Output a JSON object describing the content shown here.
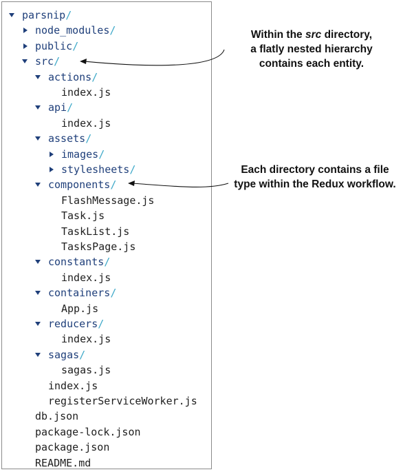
{
  "tree": [
    {
      "name": "parsnip",
      "type": "dir",
      "expanded": true,
      "depth": 0
    },
    {
      "name": "node_modules",
      "type": "dir",
      "expanded": false,
      "depth": 1
    },
    {
      "name": "public",
      "type": "dir",
      "expanded": false,
      "depth": 1
    },
    {
      "name": "src",
      "type": "dir",
      "expanded": true,
      "depth": 1
    },
    {
      "name": "actions",
      "type": "dir",
      "expanded": true,
      "depth": 2
    },
    {
      "name": "index.js",
      "type": "file",
      "depth": 3
    },
    {
      "name": "api",
      "type": "dir",
      "expanded": true,
      "depth": 2
    },
    {
      "name": "index.js",
      "type": "file",
      "depth": 3
    },
    {
      "name": "assets",
      "type": "dir",
      "expanded": true,
      "depth": 2
    },
    {
      "name": "images",
      "type": "dir",
      "expanded": false,
      "depth": 3
    },
    {
      "name": "stylesheets",
      "type": "dir",
      "expanded": false,
      "depth": 3
    },
    {
      "name": "components",
      "type": "dir",
      "expanded": true,
      "depth": 2
    },
    {
      "name": "FlashMessage.js",
      "type": "file",
      "depth": 3
    },
    {
      "name": "Task.js",
      "type": "file",
      "depth": 3
    },
    {
      "name": "TaskList.js",
      "type": "file",
      "depth": 3
    },
    {
      "name": "TasksPage.js",
      "type": "file",
      "depth": 3
    },
    {
      "name": "constants",
      "type": "dir",
      "expanded": true,
      "depth": 2
    },
    {
      "name": "index.js",
      "type": "file",
      "depth": 3
    },
    {
      "name": "containers",
      "type": "dir",
      "expanded": true,
      "depth": 2
    },
    {
      "name": "App.js",
      "type": "file",
      "depth": 3
    },
    {
      "name": "reducers",
      "type": "dir",
      "expanded": true,
      "depth": 2
    },
    {
      "name": "index.js",
      "type": "file",
      "depth": 3
    },
    {
      "name": "sagas",
      "type": "dir",
      "expanded": true,
      "depth": 2
    },
    {
      "name": "sagas.js",
      "type": "file",
      "depth": 3
    },
    {
      "name": "index.js",
      "type": "file",
      "depth": 2
    },
    {
      "name": "registerServiceWorker.js",
      "type": "file",
      "depth": 2
    },
    {
      "name": "db.json",
      "type": "file",
      "depth": 1
    },
    {
      "name": "package-lock.json",
      "type": "file",
      "depth": 1
    },
    {
      "name": "package.json",
      "type": "file",
      "depth": 1
    },
    {
      "name": "README.md",
      "type": "file",
      "depth": 1
    }
  ],
  "callouts": {
    "src_note": {
      "line1_pre": "Within the ",
      "line1_em": "src",
      "line1_post": " directory,",
      "line2": "a flatly nested hierarchy",
      "line3": "contains each entity."
    },
    "redux_note": {
      "line1": "Each directory contains a file",
      "line2": "type within the Redux workflow."
    }
  },
  "colors": {
    "dir_text": "#1f3f7a",
    "slash": "#3fa9c9",
    "file_text": "#1e1e1e",
    "arrow": "#111111"
  }
}
